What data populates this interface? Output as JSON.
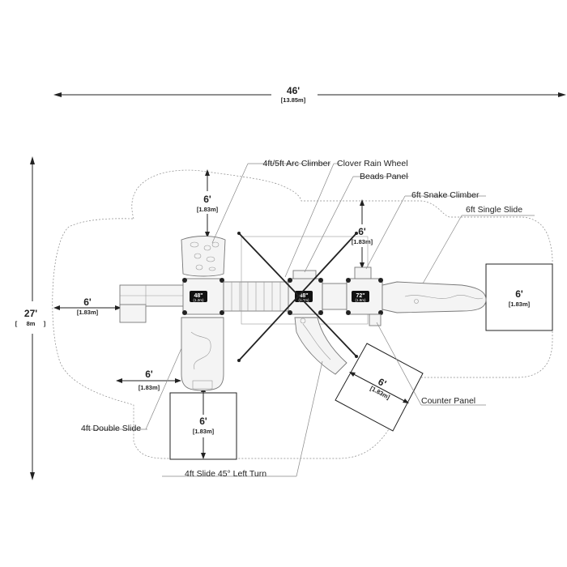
{
  "overall": {
    "width_ft": "46'",
    "width_m": "[13.85m]",
    "depth_ft": "27'",
    "depth_m_bracket_open": "[",
    "depth_m_value": "8m",
    "depth_m_bracket_close": "]"
  },
  "clearances": {
    "left": {
      "ft": "6'",
      "m": "[1.83m]"
    },
    "top": {
      "ft": "6'",
      "m": "[1.83m]"
    },
    "snake": {
      "ft": "6'",
      "m": "[1.83m]"
    },
    "single_slide": {
      "ft": "6'",
      "m": "[1.83m]"
    },
    "double_slide_side": {
      "ft": "6'",
      "m": "[1.83m]"
    },
    "double_slide_exit": {
      "ft": "6'",
      "m": "[1.83m]"
    },
    "turn_slide_exit": {
      "ft": "6'",
      "m": "[1.83m]"
    }
  },
  "decks": {
    "left": {
      "height": "48\"",
      "metric": "(1.2m)"
    },
    "center": {
      "height": "48\"",
      "metric": "(1.2m)"
    },
    "right": {
      "height": "72\"",
      "metric": "(1.8m)"
    }
  },
  "callouts": {
    "arc_climber": "4ft/5ft Arc Climber",
    "clover_rain_wheel": "Clover Rain Wheel",
    "beads_panel": "Beads Panel",
    "snake_climber": "6ft Snake Climber",
    "single_slide": "6ft Single Slide",
    "counter_panel": "Counter Panel",
    "double_slide": "4ft Double Slide",
    "turn_slide": "4ft Slide 45° Left Turn"
  },
  "colors": {
    "line": "#222222",
    "deck_badge": "#111111",
    "zone_border": "#888888"
  }
}
